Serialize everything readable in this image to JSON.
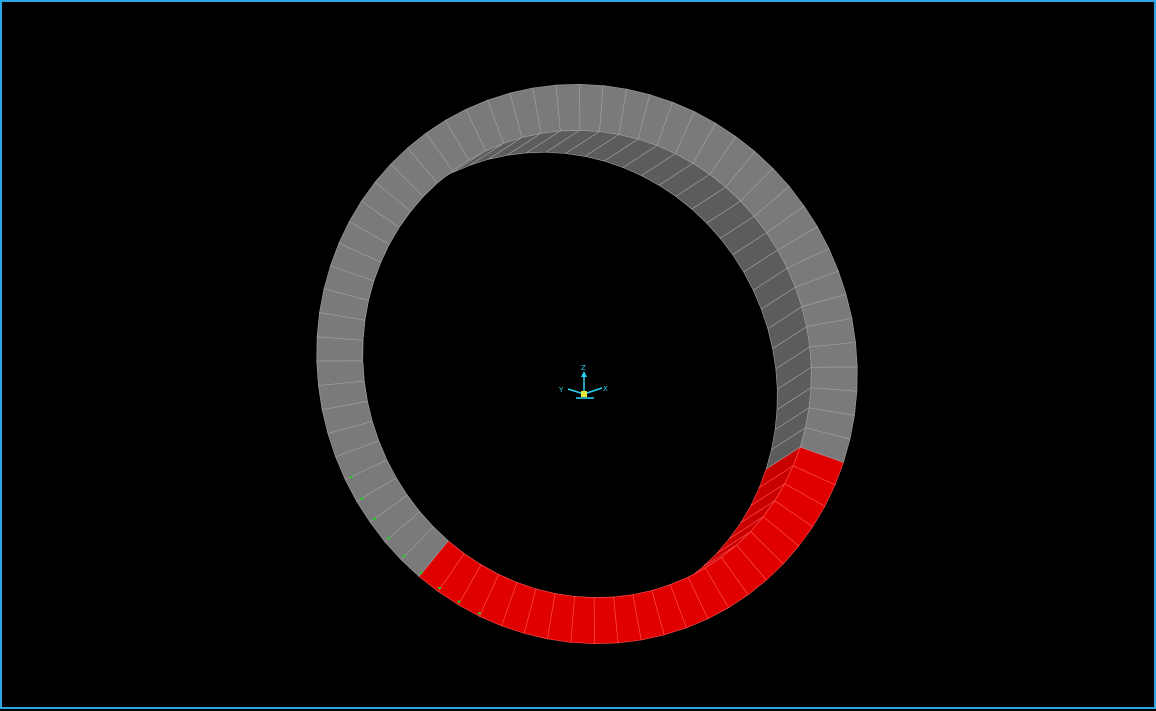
{
  "viewport": {
    "border_color": "#2aa7e0",
    "background_color": "#000000"
  },
  "model": {
    "type": "tunnel-lining-ring",
    "outer_color": "#7a7a7a",
    "inner_color": "#5c5c5c",
    "mesh_line_color": "#a0a0a0",
    "selected_color": "#e00000",
    "selected_edge_color": "#ff5050",
    "node_marker_color": "#22cc22",
    "segments_total": 72,
    "selected_segments": 22
  },
  "triad": {
    "color": "#2ad4ee",
    "axes": {
      "z": "Z",
      "y": "Y",
      "x": "X"
    }
  }
}
